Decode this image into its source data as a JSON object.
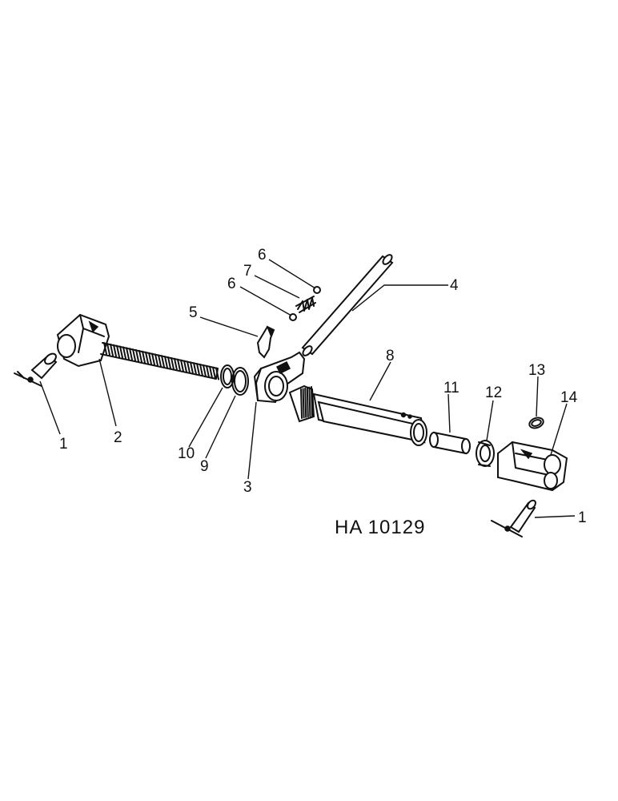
{
  "drawing_code": "HA 10129",
  "callouts": {
    "pin_left": "1",
    "pin_right": "1",
    "screw_yoke": "2",
    "latch_housing": "3",
    "handle_rod": "4",
    "latch": "5",
    "ball_upper": "6",
    "ball_lower": "6",
    "spring": "7",
    "tube": "8",
    "washer_9": "9",
    "washer_10": "10",
    "roll_pin": "11",
    "bushing": "12",
    "o_ring": "13",
    "yoke_right": "14"
  }
}
